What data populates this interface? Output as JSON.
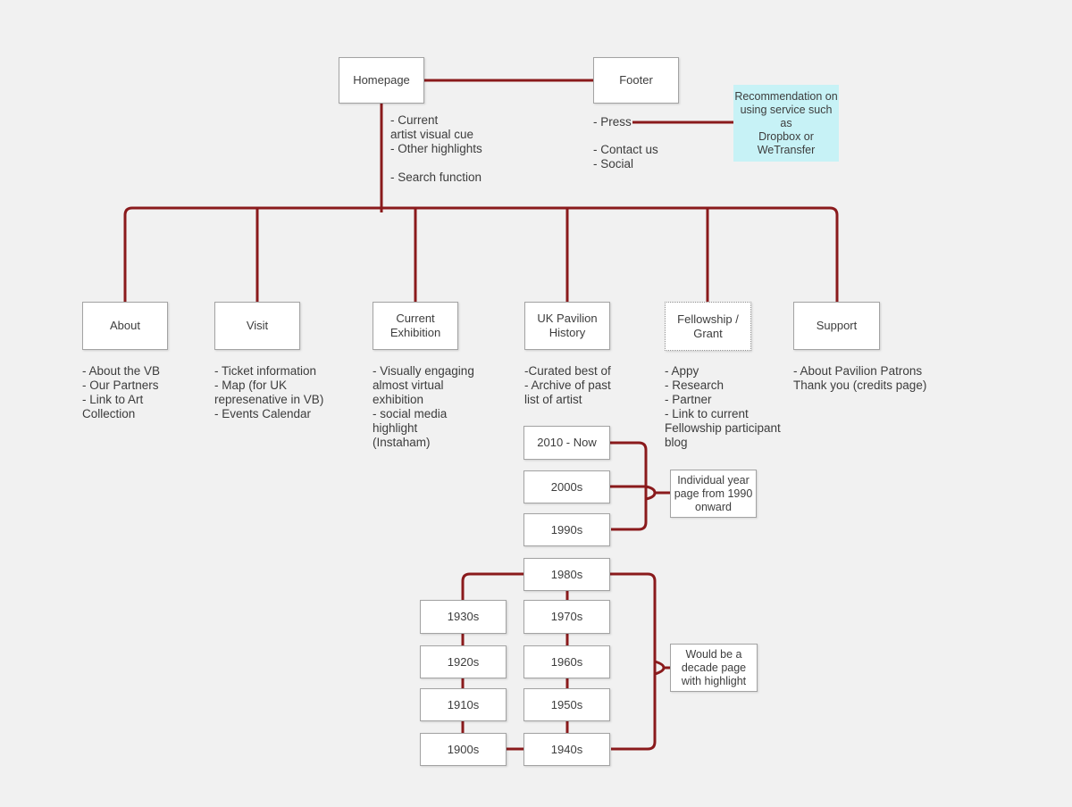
{
  "diagram": {
    "kind": "website-sitemap-flowchart",
    "colors": {
      "connector": "#8a1a1c",
      "box_border": "#a3a3a3",
      "box_fill": "#ffffff",
      "highlight_note_fill": "#c7f2f6",
      "background": "#f1f1f1",
      "text": "#3d3d3d"
    }
  },
  "nodes": {
    "homepage": "Homepage",
    "footer": "Footer",
    "about": "About",
    "visit": "Visit",
    "current_exhibition": "Current Exhibition",
    "uk_pavilion_history": "UK Pavilion History",
    "fellowship_grant": "Fellowship / Grant",
    "support": "Support"
  },
  "decades": {
    "center": [
      "2010 - Now",
      "2000s",
      "1990s",
      "1980s",
      "1970s",
      "1960s",
      "1950s",
      "1940s"
    ],
    "left": [
      "1930s",
      "1920s",
      "1910s",
      "1900s"
    ]
  },
  "notes": {
    "homepage": "- Current\nartist visual cue\n- Other highlights\n\n- Search function",
    "footer_press": "- Press",
    "footer_rest": "- Contact us\n- Social",
    "about": "- About the VB\n- Our Partners\n- Link to Art\nCollection",
    "visit": "- Ticket information\n- Map (for UK\nrepresenative in VB)\n- Events Calendar",
    "current_exhibition": "- Visually engaging\nalmost virtual\nexhibition\n- social media\nhighlight\n(Instaham)",
    "uk_pavilion_history": "-Curated best of\n- Archive of past\nlist of artist",
    "fellowship_grant": "- Appy\n- Research\n- Partner\n- Link to current\nFellowship participant\nblog",
    "support": "- About Pavilion Patrons\nThank you (credits page)"
  },
  "annotations": {
    "recommendation": "Recommendation on\nusing service such as\nDropbox or\nWeTransfer",
    "individual_year": "Individual year\npage from 1990\nonward",
    "decade_page": "Would be a\ndecade page\nwith highlight"
  }
}
